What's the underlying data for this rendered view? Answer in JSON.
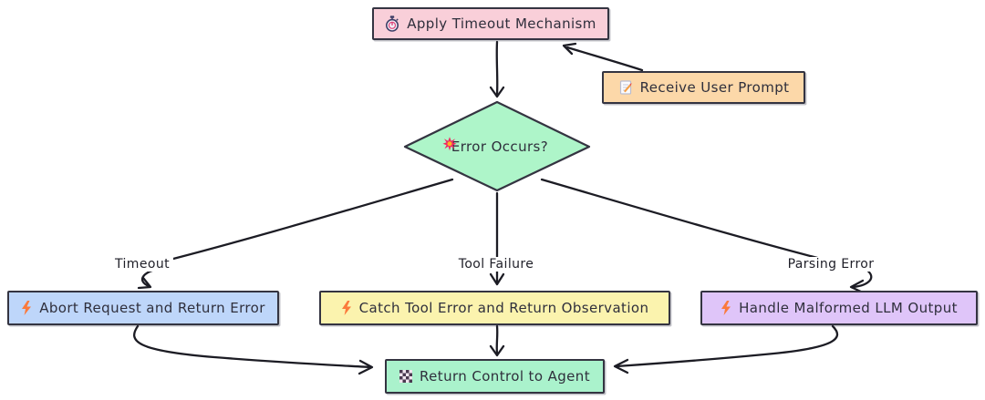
{
  "diagram": {
    "type": "flowchart",
    "background": "#ffffff",
    "palette": {
      "border": "#343441",
      "arrow": "#1c1c24",
      "text": "#2f2f3c"
    },
    "nodes": {
      "apply_timeout": {
        "icon": "stopwatch-icon",
        "label": "Apply Timeout Mechanism",
        "fill": "#f9cfd9"
      },
      "receive_prompt": {
        "icon": "memo-icon",
        "label": "Receive User Prompt",
        "fill": "#fcd8a9"
      },
      "error_occurs": {
        "icon": "collision-icon",
        "label": "Error Occurs?",
        "fill": "#aef5c9"
      },
      "abort_request": {
        "icon": "lightning-icon",
        "label": "Abort Request and Return Error",
        "fill": "#bed6fa"
      },
      "catch_tool_error": {
        "icon": "lightning-icon",
        "label": "Catch Tool Error and Return Observation",
        "fill": "#fbf3ae"
      },
      "handle_malformed_output": {
        "icon": "lightning-icon",
        "label": "Handle Malformed LLM Output",
        "fill": "#dfc5f9"
      },
      "return_control": {
        "icon": "checkerboard-icon",
        "label": "Return Control to Agent",
        "fill": "#aaf2cc"
      }
    },
    "edge_labels": {
      "timeout": "Timeout",
      "tool_failure": "Tool Failure",
      "parsing_error": "Parsing Error"
    }
  }
}
